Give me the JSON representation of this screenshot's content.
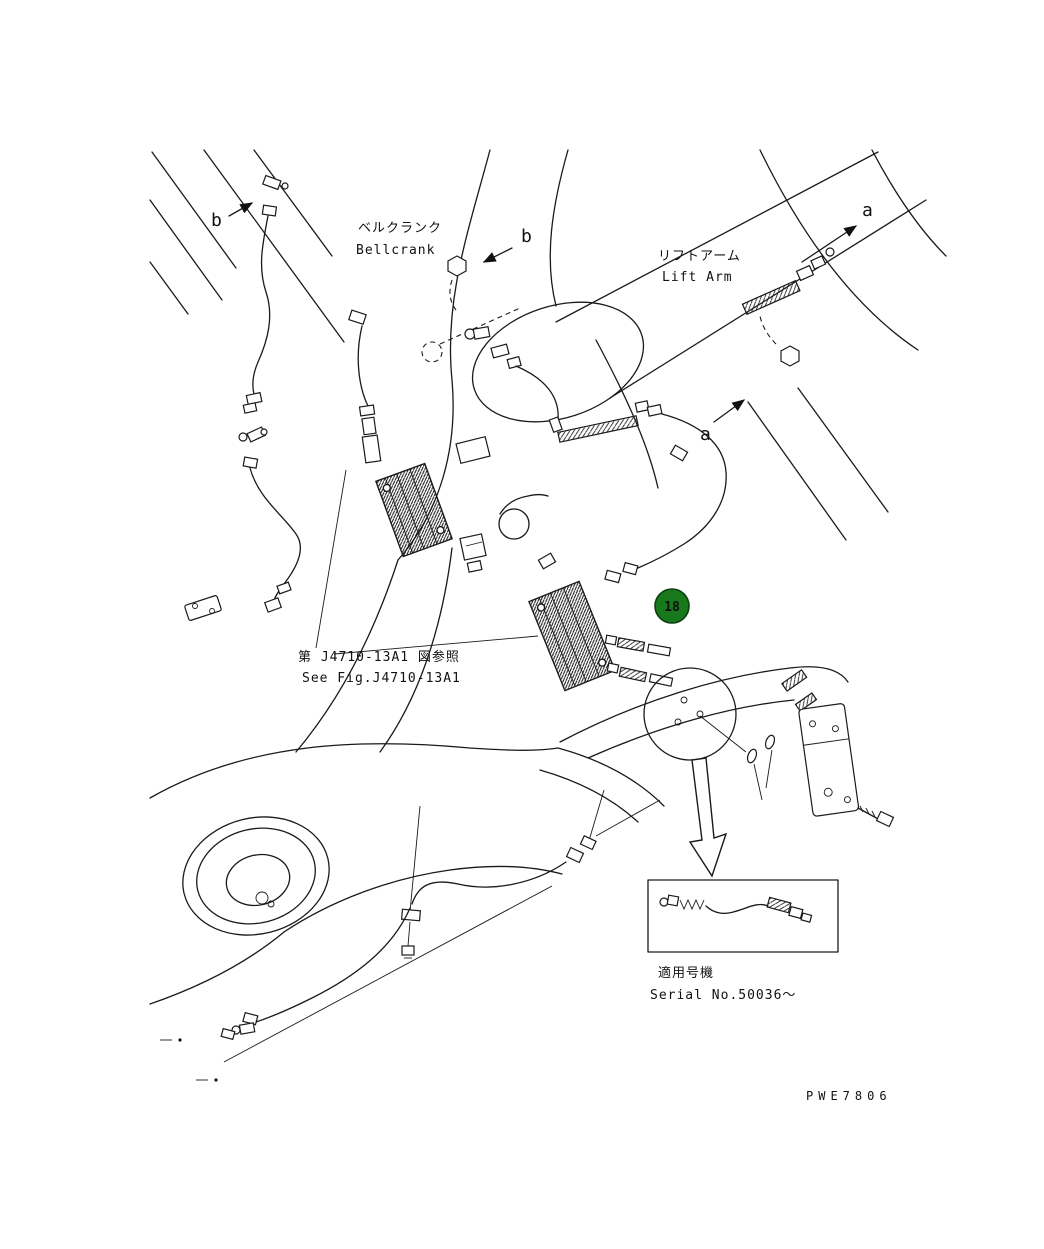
{
  "page": {
    "bg": "#ffffff",
    "line_color": "#1a1a1a"
  },
  "labels": {
    "bellcrank": {
      "jp": "ベルクランク",
      "en": "Bellcrank"
    },
    "lift_arm": {
      "jp": "リフトアーム",
      "en": "Lift Arm"
    },
    "view_a": "a",
    "view_b": "b",
    "see_fig": {
      "jp": "第 J4710-13A1 図参照",
      "en": "See Fig.J4710-13A1"
    },
    "serial": {
      "jp": "適用号機",
      "en": "Serial No.50036～"
    },
    "drawing_no": "PWE7806"
  },
  "callout": {
    "number": "18",
    "bg": "#17781c",
    "ring": "#0c3f0e",
    "text_color": "#ffffff"
  }
}
